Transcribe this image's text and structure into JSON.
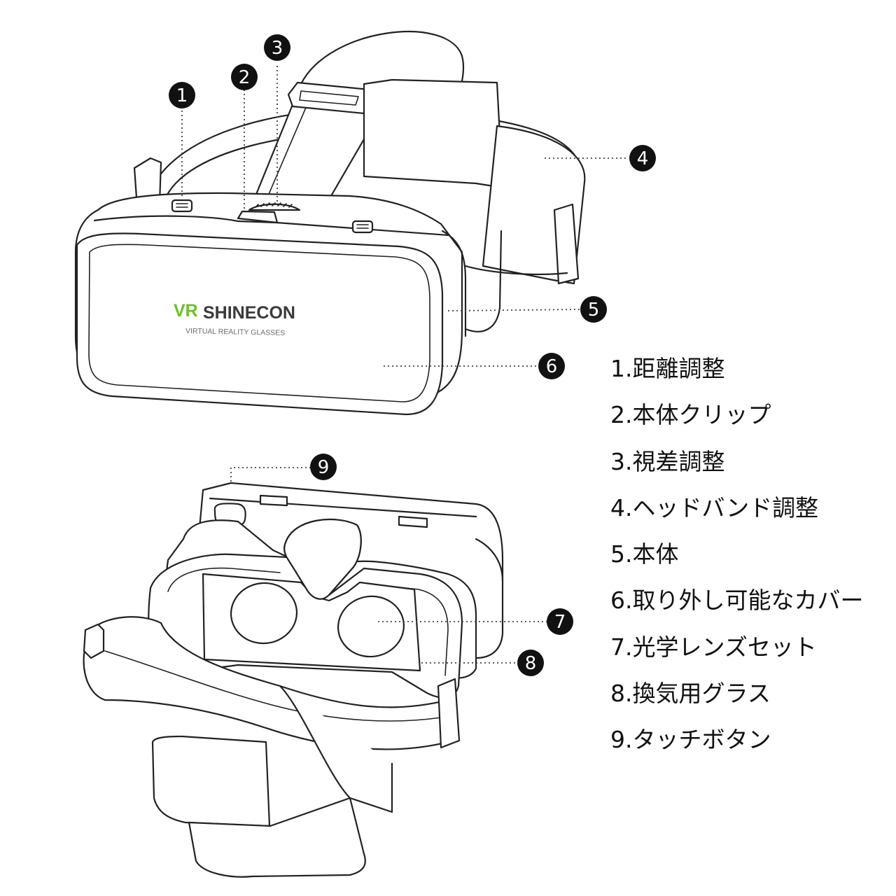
{
  "brand": {
    "logo_vr": "VR",
    "logo_name": "SHINECON",
    "tagline": "VIRTUAL REALITY GLASSES",
    "accent_color": "#6cbf2a"
  },
  "callouts": [
    "1",
    "2",
    "3",
    "4",
    "5",
    "6",
    "7",
    "8",
    "9"
  ],
  "legend": [
    {
      "num": "1.",
      "label": "距離調整"
    },
    {
      "num": "2.",
      "label": "本体クリップ"
    },
    {
      "num": "3.",
      "label": "視差調整"
    },
    {
      "num": "4.",
      "label": "ヘッドバンド調整"
    },
    {
      "num": "5.",
      "label": "本体"
    },
    {
      "num": "6.",
      "label": "取り外し可能なカバー"
    },
    {
      "num": "7.",
      "label": "光学レンズセット"
    },
    {
      "num": "8.",
      "label": "換気用グラス"
    },
    {
      "num": "9.",
      "label": "タッチボタン"
    }
  ]
}
